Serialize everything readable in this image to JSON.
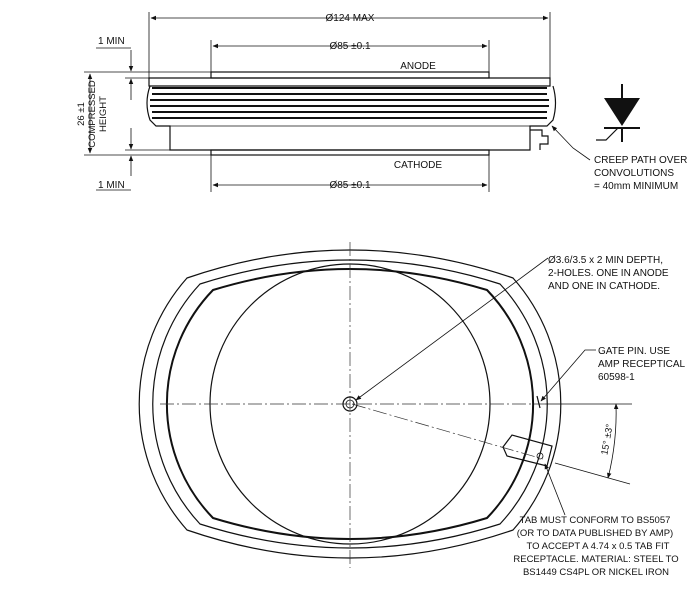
{
  "top_view": {
    "dim_overall": "Ø124 MAX",
    "dim_anode": "Ø85 ±0.1",
    "dim_cathode": "Ø85 ±0.1",
    "min_top": "1 MIN",
    "min_bottom": "1 MIN",
    "height_line1": "26 ±1",
    "height_line2": "COMPRESSED",
    "height_line3": "HEIGHT",
    "anode_label": "ANODE",
    "cathode_label": "CATHODE",
    "creep_line1": "CREEP PATH OVER",
    "creep_line2": "CONVOLUTIONS",
    "creep_line3": "= 40mm MINIMUM"
  },
  "plan_view": {
    "hole_line1": "Ø3.6/3.5 x 2 MIN DEPTH,",
    "hole_line2": "2-HOLES. ONE IN ANODE",
    "hole_line3": "AND ONE IN CATHODE.",
    "gate_line1": "GATE PIN. USE",
    "gate_line2": "AMP RECEPTICAL",
    "gate_line3": "60598-1",
    "angle_label": "15° ±3°",
    "tab_line1": "TAB MUST CONFORM TO BS5057",
    "tab_line2": "(OR TO DATA PUBLISHED BY AMP)",
    "tab_line3": "TO ACCEPT A 4.74 x 0.5 TAB FIT",
    "tab_line4": "RECEPTACLE. MATERIAL: STEEL TO",
    "tab_line5": "BS1449 CS4PL OR NICKEL IRON"
  }
}
